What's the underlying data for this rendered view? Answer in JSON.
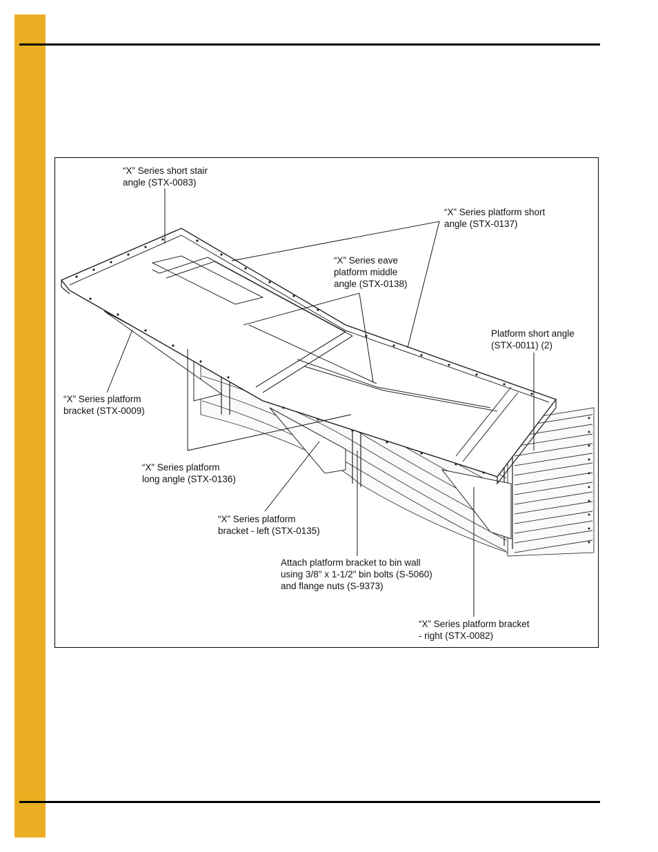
{
  "page": {
    "side_tab_color": "#E9AE22",
    "rule_color": "#000000"
  },
  "figure": {
    "callouts": [
      {
        "id": "stx-0083",
        "lines": [
          "“X” Series short stair",
          "angle (STX-0083)"
        ]
      },
      {
        "id": "stx-0137",
        "lines": [
          "“X” Series platform short",
          "angle (STX-0137)"
        ]
      },
      {
        "id": "stx-0138",
        "lines": [
          "“X” Series eave",
          "platform middle",
          "angle (STX-0138)"
        ]
      },
      {
        "id": "stx-0011",
        "lines": [
          "Platform short angle",
          "(STX-0011) (2)"
        ]
      },
      {
        "id": "stx-0009",
        "lines": [
          "“X” Series platform",
          "bracket (STX-0009)"
        ]
      },
      {
        "id": "stx-0136",
        "lines": [
          "“X” Series platform",
          "long angle (STX-0136)"
        ]
      },
      {
        "id": "stx-0135",
        "lines": [
          "“X” Series platform",
          "bracket - left (STX-0135)"
        ]
      },
      {
        "id": "bin-bolts",
        "lines": [
          "Attach platform bracket to bin wall",
          "using 3/8\" x 1-1/2\" bin bolts (S-5060)",
          "and flange nuts (S-9373)"
        ]
      },
      {
        "id": "stx-0082",
        "lines": [
          "“X” Series platform bracket",
          "- right (STX-0082)"
        ]
      }
    ]
  }
}
